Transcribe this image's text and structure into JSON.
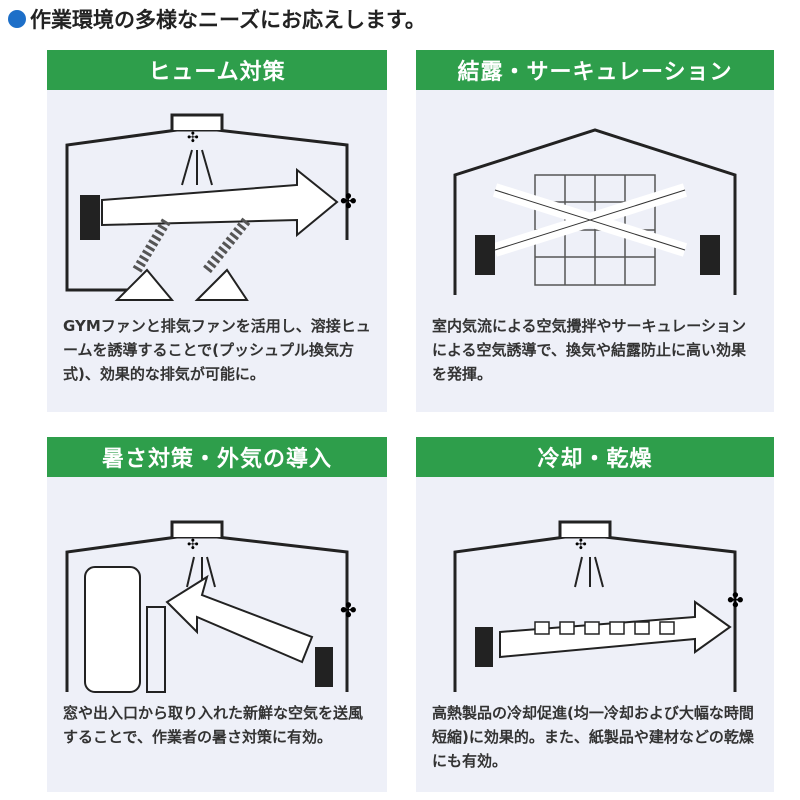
{
  "title": "作業環境の多様なニーズにお応えします。",
  "panels": [
    {
      "heading": "ヒューム対策",
      "desc": "GYMファンと排気ファンを活用し、溶接ヒュームを誘導することで(プッシュプル換気方式)、効果的な排気が可能に。"
    },
    {
      "heading": "結露・サーキュレーション",
      "desc": "室内気流による空気攪拌やサーキュレーションによる空気誘導で、換気や結露防止に高い効果を発揮。"
    },
    {
      "heading": "暑さ対策・外気の導入",
      "desc": "窓や出入口から取り入れた新鮮な空気を送風することで、作業者の暑さ対策に有効。"
    },
    {
      "heading": "冷却・乾燥",
      "desc": "高熱製品の冷却促進(均一冷却および大幅な時間短縮)に効果的。また、紙製品や建材などの乾燥にも有効。"
    }
  ]
}
